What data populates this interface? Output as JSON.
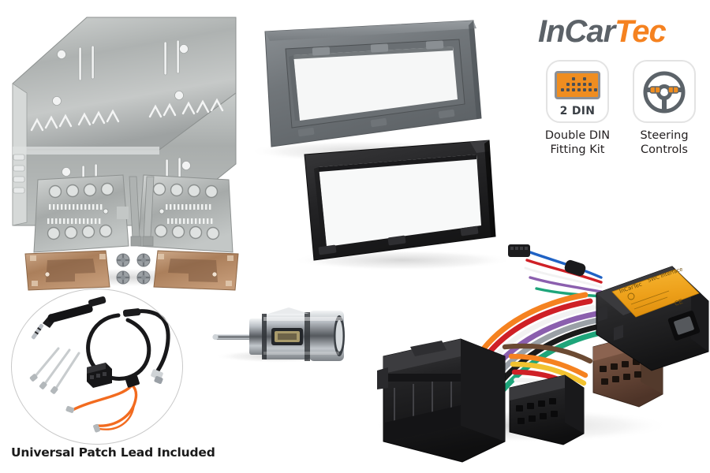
{
  "brand": {
    "logo_part1": "InCar",
    "logo_part2": "Tec",
    "color_dark": "#5c6268",
    "color_orange": "#f58220"
  },
  "badges": [
    {
      "icon": "double-din-radio-icon",
      "icon_text": "2 DIN",
      "label_line1": "Double DIN",
      "label_line2": "Fitting Kit",
      "accent_color": "#ef8d20"
    },
    {
      "icon": "steering-wheel-icon",
      "icon_text": "",
      "label_line1": "Steering",
      "label_line2": "Controls",
      "accent_color": "#ef8d20"
    }
  ],
  "captions": {
    "patch_lead": "Universal Patch Lead Included"
  },
  "products": {
    "cage": {
      "name": "double-din-metal-cage",
      "color": "#b9bcbc"
    },
    "side_brackets": {
      "name": "metal-side-brackets",
      "color": "#b3b7b7"
    },
    "copper_brackets": {
      "name": "copper-mounting-brackets",
      "color": "#b98a63"
    },
    "removal_keys": {
      "name": "radio-removal-keys",
      "color": "#a8adad"
    },
    "screws": {
      "name": "mounting-screws",
      "count": 4,
      "color": "#8d9296"
    },
    "fascia_grey": {
      "name": "grey-double-din-fascia-panel",
      "color": "#7b8084"
    },
    "fascia_black": {
      "name": "black-fascia-trim-frame",
      "color": "#2a2a2c"
    },
    "antenna_adapter": {
      "name": "din-antenna-adapter",
      "color": "#b9bec4"
    },
    "interface_module": {
      "name": "steering-control-interface-module",
      "color": "#2b2b2d",
      "label_color": "#f0a21b"
    },
    "quadlock_connector": {
      "name": "quadlock-connector",
      "color": "#232325"
    },
    "iso_power_connector": {
      "name": "iso-power-connector",
      "color": "#1f1f21"
    },
    "iso_speaker_connector": {
      "name": "iso-speaker-connector",
      "color": "#6b4a3a"
    },
    "patch_lead_jack": {
      "name": "3-5mm-jack-patch-lead",
      "color": "#1b1b1b"
    },
    "patch_wires": {
      "name": "bare-patch-wires",
      "color": "#c8ccce"
    },
    "orange_lead": {
      "name": "orange-twisted-lead",
      "color": "#f26b1f"
    },
    "wire_colors": [
      "#1f62c4",
      "#cf2026",
      "#f2f2f2",
      "#8b5fae",
      "#1ea57a",
      "#f58220",
      "#f2c230",
      "#6b4a33",
      "#1a1a1a",
      "#9aa0a6"
    ]
  }
}
